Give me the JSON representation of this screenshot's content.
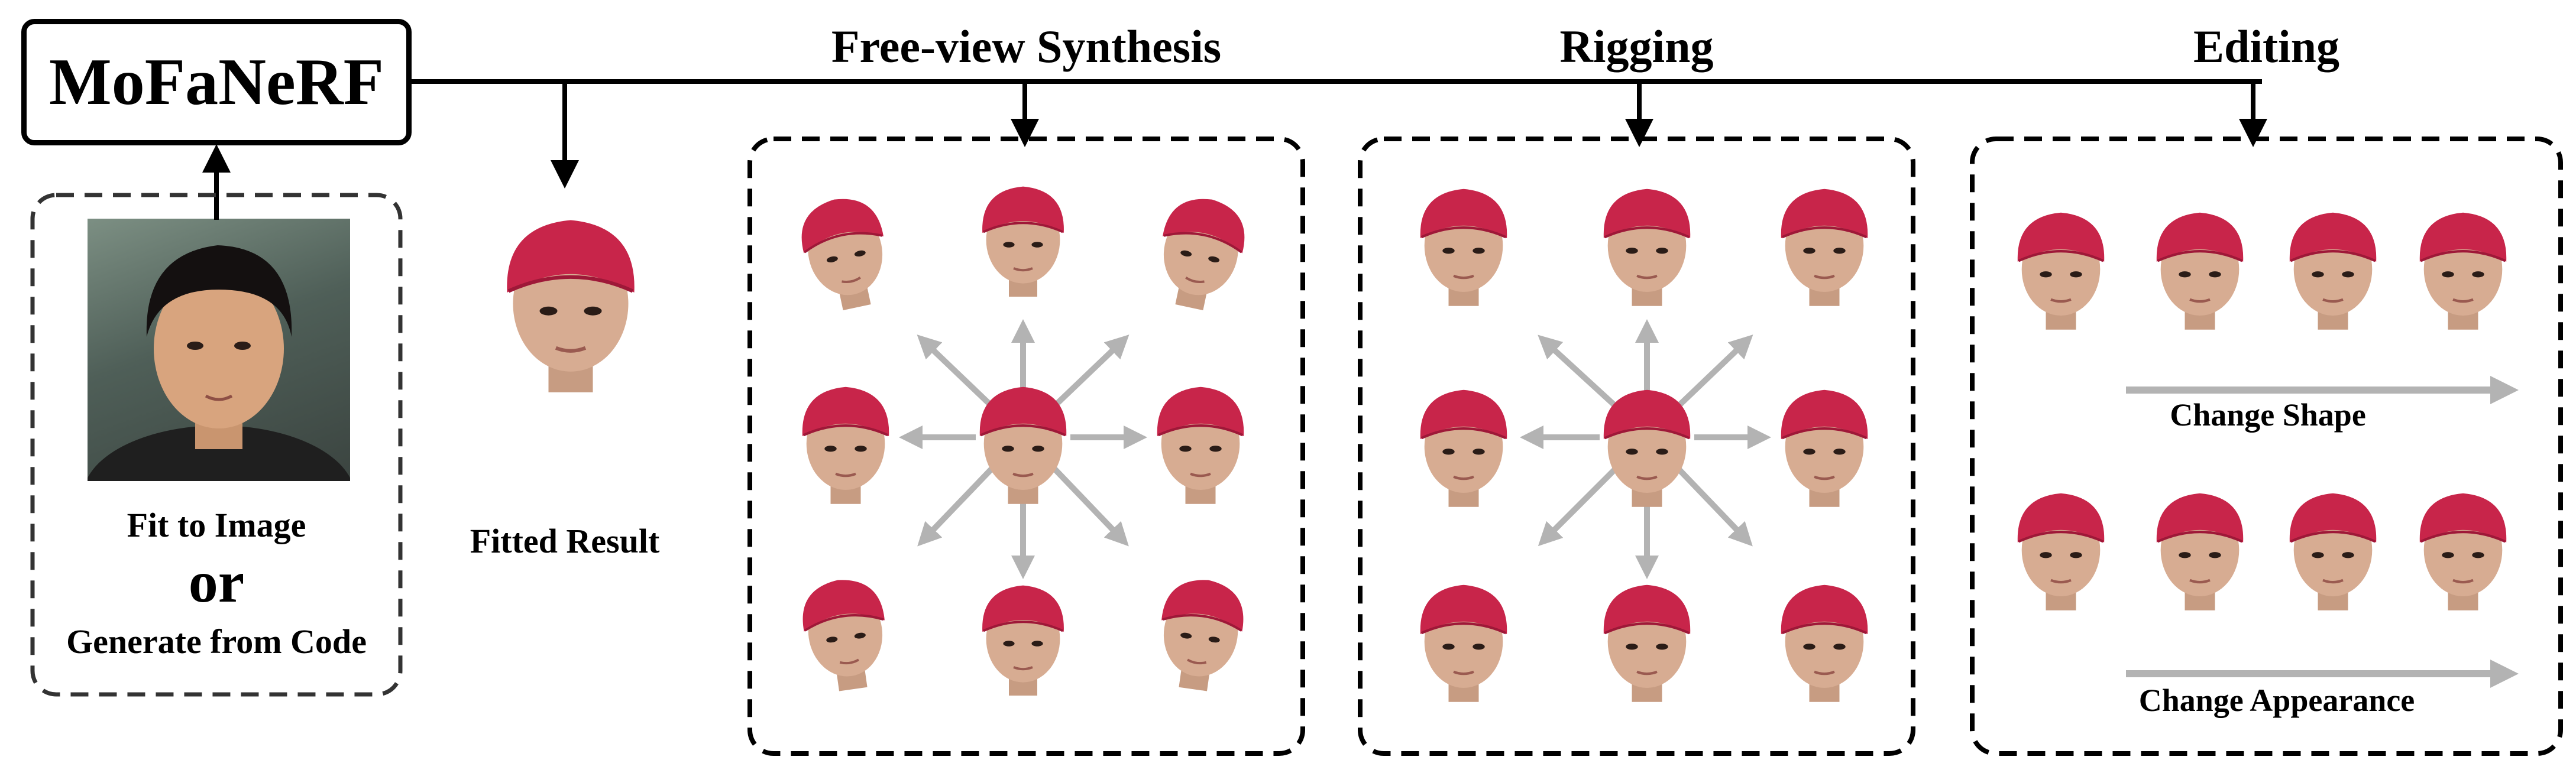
{
  "title": "MoFaNeRF",
  "input": {
    "line1": "Fit to Image",
    "line2": "or",
    "line3": "Generate from Code"
  },
  "fitted_result": "Fitted Result",
  "sections": {
    "free_view": "Free-view Synthesis",
    "rigging": "Rigging",
    "editing": "Editing"
  },
  "editing": {
    "change_shape": "Change Shape",
    "change_appearance": "Change Appearance"
  },
  "colors": {
    "cap": "#c8254a",
    "cap_dark": "#9e1838",
    "skin": "#d7ac92",
    "hair": "#1c1614",
    "arrow_gray": "#b3b3b3"
  }
}
